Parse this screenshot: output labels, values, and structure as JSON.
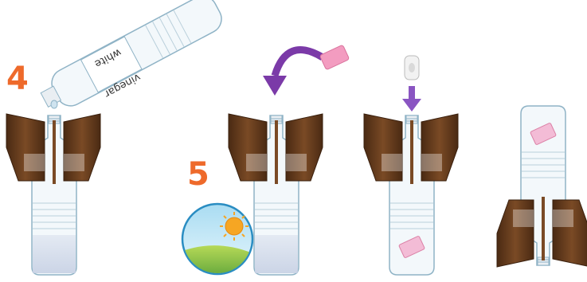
{
  "steps": {
    "step4": "4",
    "step5": "5"
  },
  "bottle_label": {
    "line1": "white",
    "line2": "vinegar"
  },
  "colors": {
    "step_number": "#ee6a2b",
    "wood": "#6b4122",
    "bottle_outline": "#8fb3c6",
    "liquid": "#d4dbeb",
    "pink_paper": "#f39cc0",
    "arrow_purple": "#7b3aa8",
    "sky": "#bfe3f2",
    "grass": "#8ac24a",
    "sun": "#f6a623"
  },
  "icons": [
    "vinegar-bottle",
    "curved-arrow",
    "down-arrow",
    "cork",
    "sun-icon",
    "paper-packet"
  ]
}
